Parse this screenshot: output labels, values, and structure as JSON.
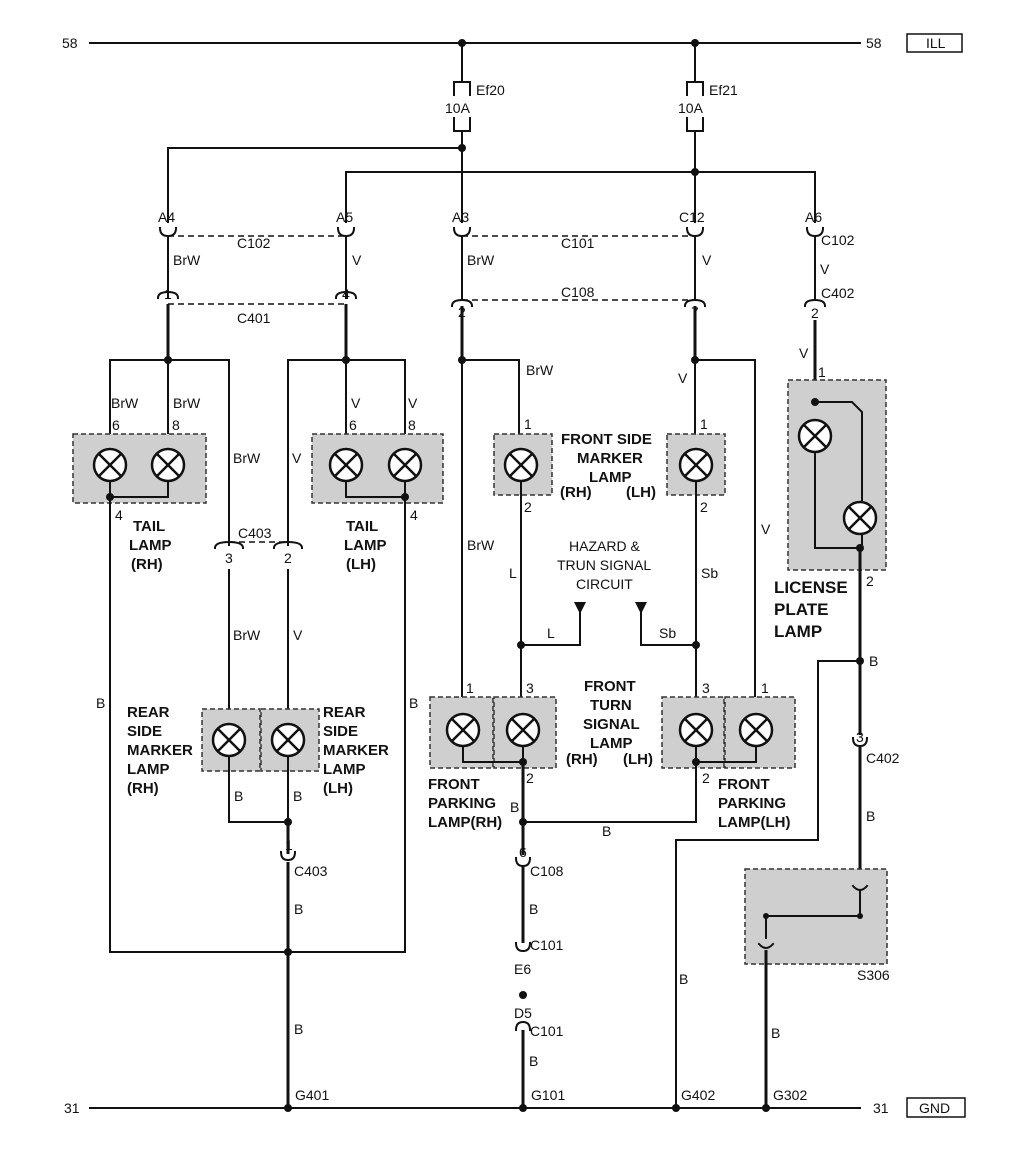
{
  "rails": {
    "top_left": "58",
    "top_right": "58",
    "top_tag": "ILL",
    "bottom_left": "31",
    "bottom_right": "31",
    "bottom_tag": "GND"
  },
  "fuses": {
    "ef20": "Ef20",
    "ef20_rating": "10A",
    "ef21": "Ef21",
    "ef21_rating": "10A"
  },
  "connectors": {
    "a4": "A4",
    "a5": "A5",
    "a3": "A3",
    "c12": "C12",
    "a6": "A6",
    "c102": "C102",
    "c101": "C101",
    "c102b": "C102",
    "c401": "C401",
    "c108": "C108",
    "c402": "C402",
    "c403": "C403",
    "c403b": "C403",
    "c108b": "C108",
    "c101b": "C101",
    "e6": "E6",
    "d5": "D5",
    "c101c": "C101",
    "c402b": "C402",
    "s306": "S306",
    "g401": "G401",
    "g101": "G101",
    "g402": "G402",
    "g302": "G302"
  },
  "pins": {
    "p1": "1",
    "p4": "4",
    "p2": "2",
    "p7": "7",
    "p2b": "2",
    "p6a": "6",
    "p8a": "8",
    "p4a": "4",
    "p6b": "6",
    "p8b": "8",
    "p4b": "4",
    "p3a": "3",
    "p2c": "2",
    "p1fa": "1",
    "p2fa": "2",
    "p1fb": "1",
    "p2fb": "2",
    "p1lp": "1",
    "p2lp": "2",
    "p1pa": "1",
    "p3pa": "3",
    "p2pa": "2",
    "p3pb": "3",
    "p1pb": "1",
    "p2pb": "2",
    "p1c403": "1",
    "p6c108": "6",
    "p3c402": "3"
  },
  "wires": {
    "brw1": "BrW",
    "v1": "V",
    "brw2": "BrW",
    "v2": "V",
    "v3": "V",
    "brw_t1": "BrW",
    "brw_t2": "BrW",
    "brw_t3": "BrW",
    "v_t1": "V",
    "v_t2": "V",
    "v_t3": "V",
    "brw_fs": "BrW",
    "v_fs": "V",
    "v_lp": "V",
    "brw_r": "BrW",
    "v_r": "V",
    "b1": "B",
    "b2": "B",
    "b3": "B",
    "b4": "B",
    "brw_fp": "BrW",
    "l1": "L",
    "l2": "L",
    "sb1": "Sb",
    "sb2": "Sb",
    "v_fp": "V",
    "b_lp": "B",
    "b_c402": "B",
    "b_fp": "B",
    "b_fp2": "B",
    "b_c403": "B",
    "b_c108": "B",
    "b_c101": "B",
    "b_g401": "B",
    "b_g402": "B",
    "b_g302": "B"
  },
  "labels": {
    "tail_rh": [
      "TAIL",
      "LAMP",
      "(RH)"
    ],
    "tail_lh": [
      "TAIL",
      "LAMP",
      "(LH)"
    ],
    "front_side": [
      "FRONT SIDE",
      "MARKER",
      "LAMP"
    ],
    "front_side_rh": "(RH)",
    "front_side_lh": "(LH)",
    "hazard": [
      "HAZARD &",
      "TRUN SIGNAL",
      "CIRCUIT"
    ],
    "license": [
      "LICENSE",
      "PLATE",
      "LAMP"
    ],
    "rear_side_rh": [
      "REAR",
      "SIDE",
      "MARKER",
      "LAMP",
      "(RH)"
    ],
    "rear_side_lh": [
      "REAR",
      "SIDE",
      "MARKER",
      "LAMP",
      "(LH)"
    ],
    "front_turn": [
      "FRONT",
      "TURN",
      "SIGNAL",
      "LAMP"
    ],
    "front_turn_rh": "(RH)",
    "front_turn_lh": "(LH)",
    "parking_rh": [
      "FRONT",
      "PARKING",
      "LAMP(RH)"
    ],
    "parking_lh": [
      "FRONT",
      "PARKING",
      "LAMP(LH)"
    ]
  }
}
